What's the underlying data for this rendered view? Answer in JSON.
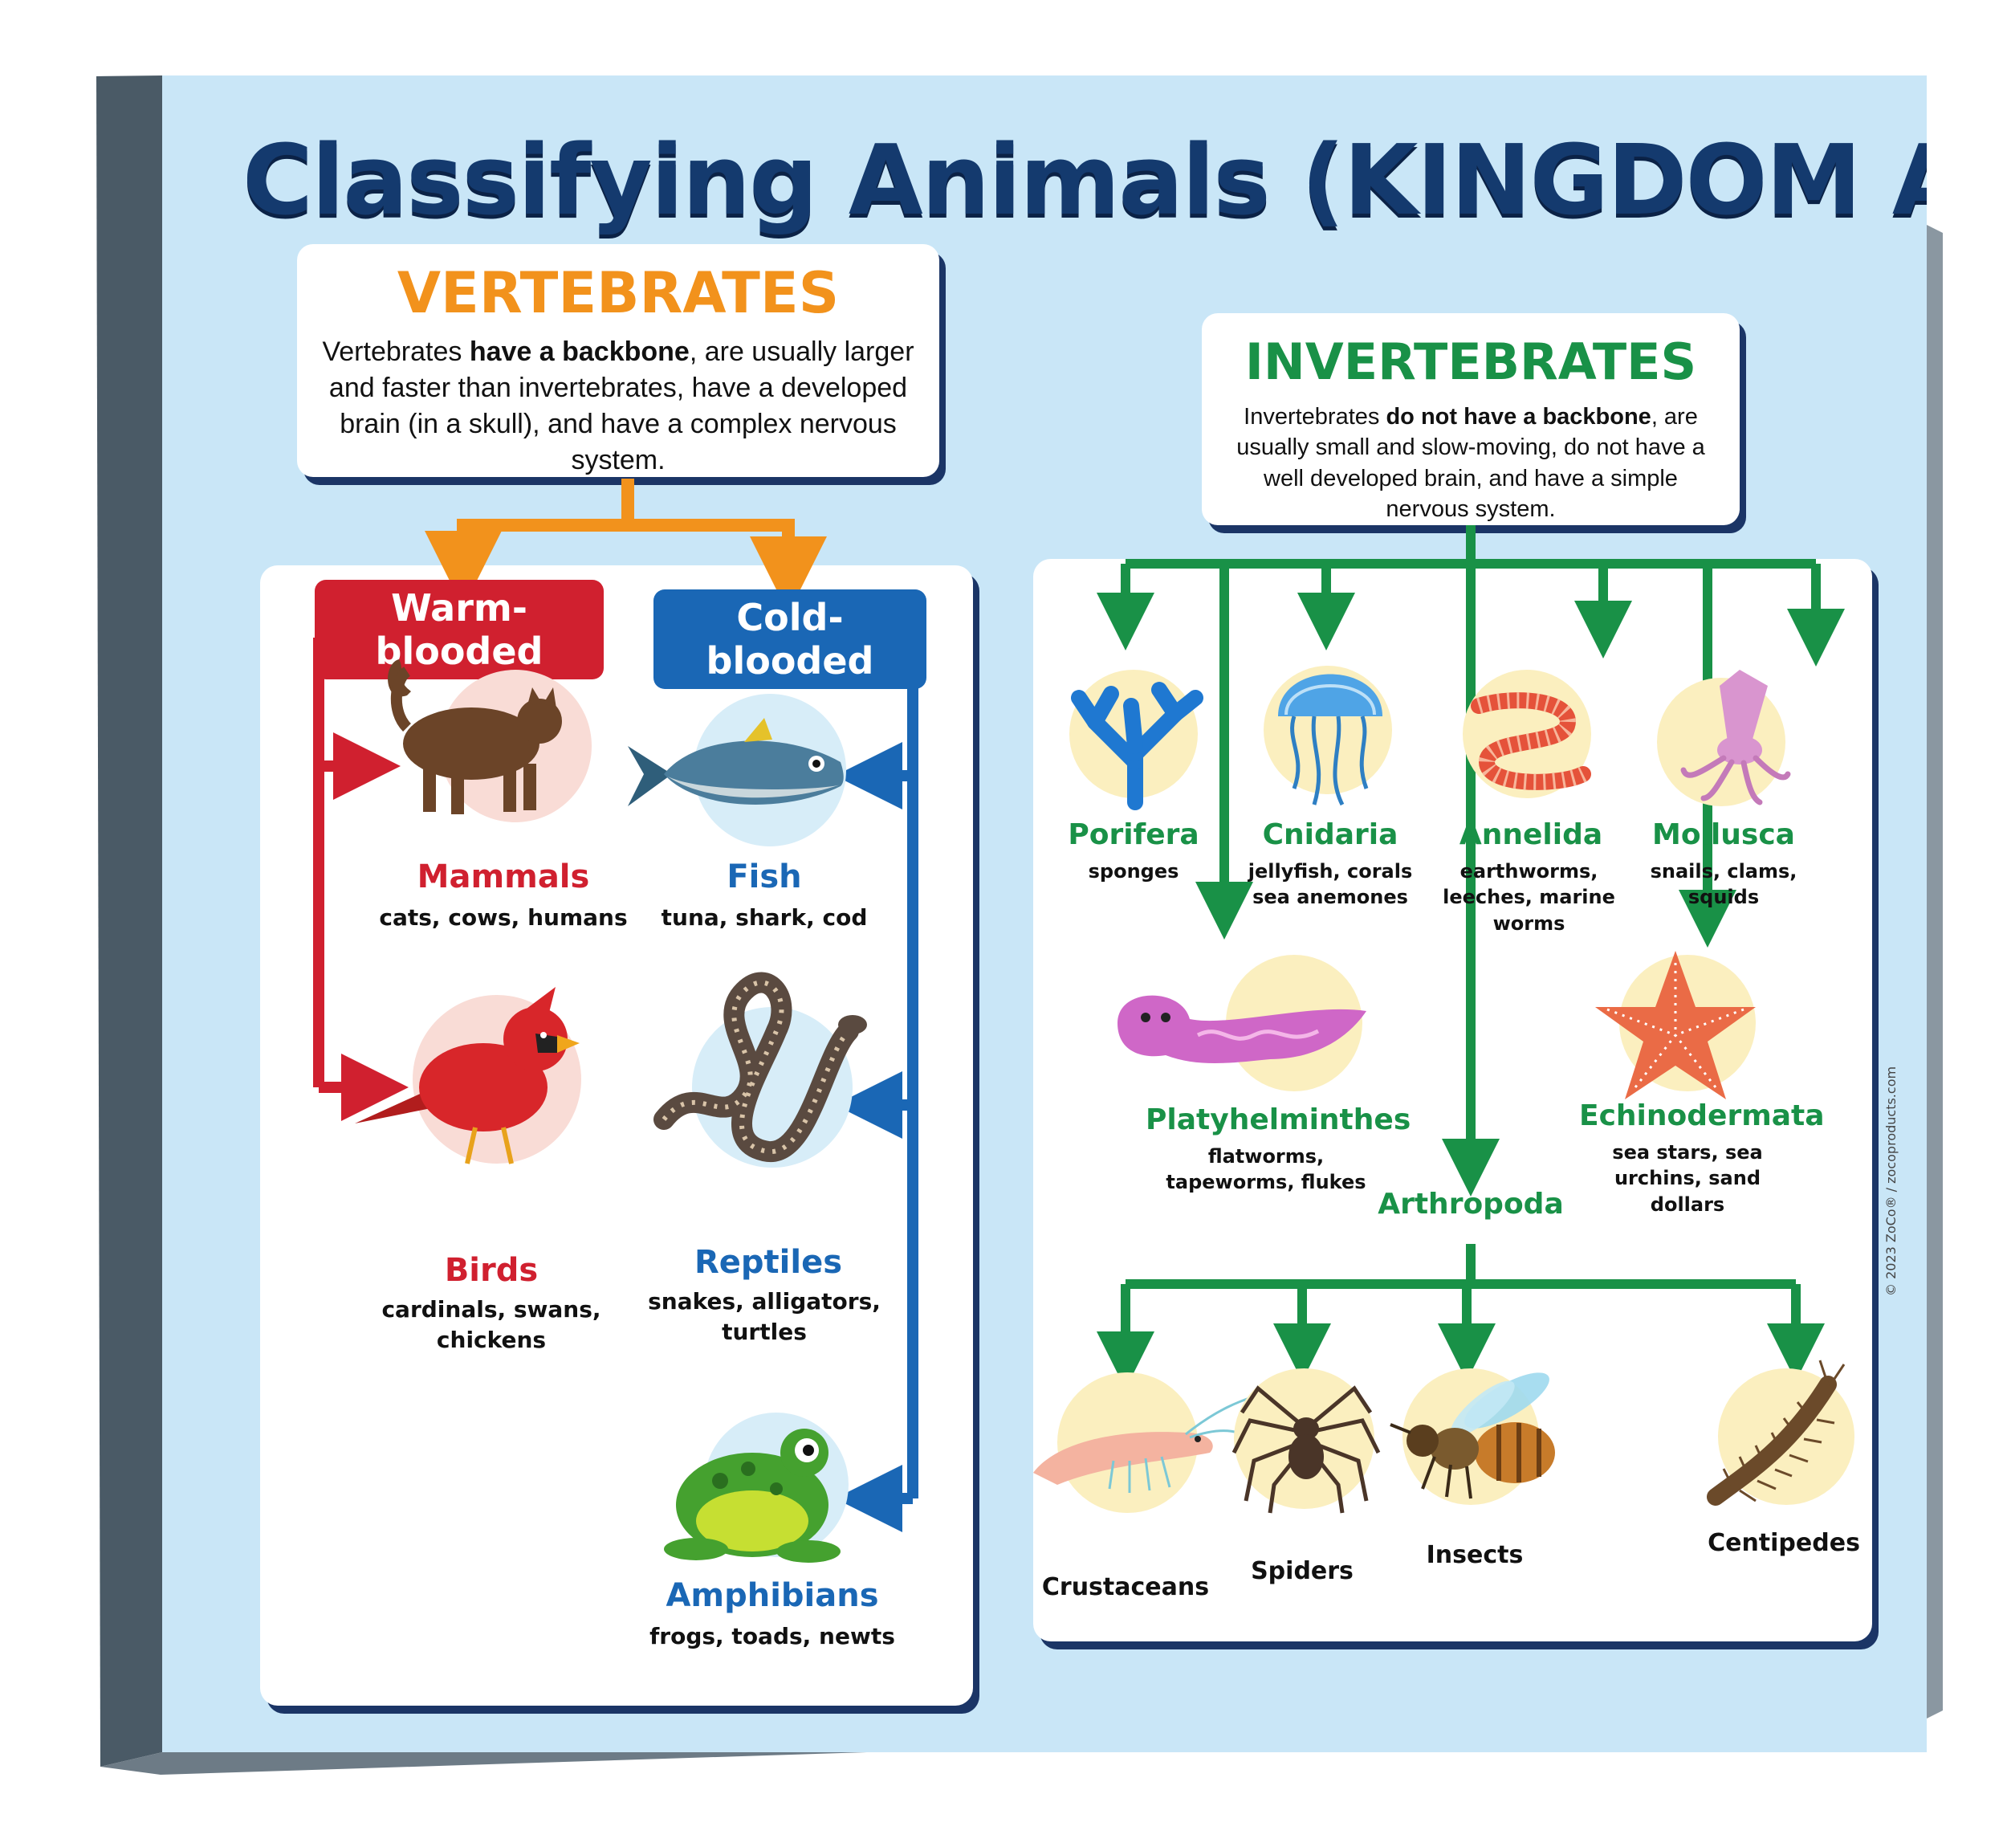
{
  "title": "Classifying Animals (KINGDOM Animalia)",
  "colors": {
    "background": "#c9e6f7",
    "title": "#143a6e",
    "vertebrates": "#f2921c",
    "invertebrates": "#199147",
    "warm": "#d0202f",
    "cold": "#1a67b5",
    "arthropods_label": "#199147"
  },
  "vertebrates": {
    "heading": "VERTEBRATES",
    "description": {
      "prefix": "Vertebrates ",
      "bold": "have a backbone",
      "suffix": ", are usually larger and faster than invertebrates, have a developed brain (in a skull), and have a complex nervous system."
    },
    "warm_label": "Warm-blooded",
    "cold_label": "Cold-blooded",
    "groups": [
      {
        "name": "Mammals",
        "examples": "cats, cows, humans",
        "icon": "cat-icon"
      },
      {
        "name": "Birds",
        "examples": "cardinals, swans, chickens",
        "icon": "cardinal-icon"
      },
      {
        "name": "Fish",
        "examples": "tuna, shark, cod",
        "icon": "tuna-icon"
      },
      {
        "name": "Reptiles",
        "examples": "snakes, alligators, turtles",
        "icon": "snake-icon"
      },
      {
        "name": "Amphibians",
        "examples": "frogs, toads, newts",
        "icon": "frog-icon"
      }
    ]
  },
  "invertebrates": {
    "heading": "INVERTEBRATES",
    "description": {
      "prefix": "Invertebrates ",
      "bold": "do not have a backbone",
      "suffix": ", are usually small and slow-moving, do not have a well developed brain, and have a simple nervous system."
    },
    "groups": [
      {
        "name": "Porifera",
        "examples": "sponges",
        "icon": "sponge-icon"
      },
      {
        "name": "Cnidaria",
        "examples": "jellyfish, corals sea anemones",
        "icon": "jellyfish-icon"
      },
      {
        "name": "Annelida",
        "examples": "earthworms, leeches, marine worms",
        "icon": "earthworm-icon"
      },
      {
        "name": "Mollusca",
        "examples": "snails, clams, squids",
        "icon": "squid-icon"
      },
      {
        "name": "Platyhelminthes",
        "examples": "flatworms, tapeworms, flukes",
        "icon": "flatworm-icon"
      },
      {
        "name": "Echinodermata",
        "examples": "sea stars, sea urchins, sand dollars",
        "icon": "starfish-icon"
      }
    ],
    "arthropoda": {
      "name": "Arthropoda",
      "subgroups": [
        {
          "name": "Crustaceans",
          "icon": "shrimp-icon"
        },
        {
          "name": "Spiders",
          "icon": "spider-icon"
        },
        {
          "name": "Insects",
          "icon": "bee-icon"
        },
        {
          "name": "Centipedes",
          "icon": "centipede-icon"
        }
      ]
    }
  },
  "copyright": "© 2023 ZoCo® / zocoproducts.com"
}
